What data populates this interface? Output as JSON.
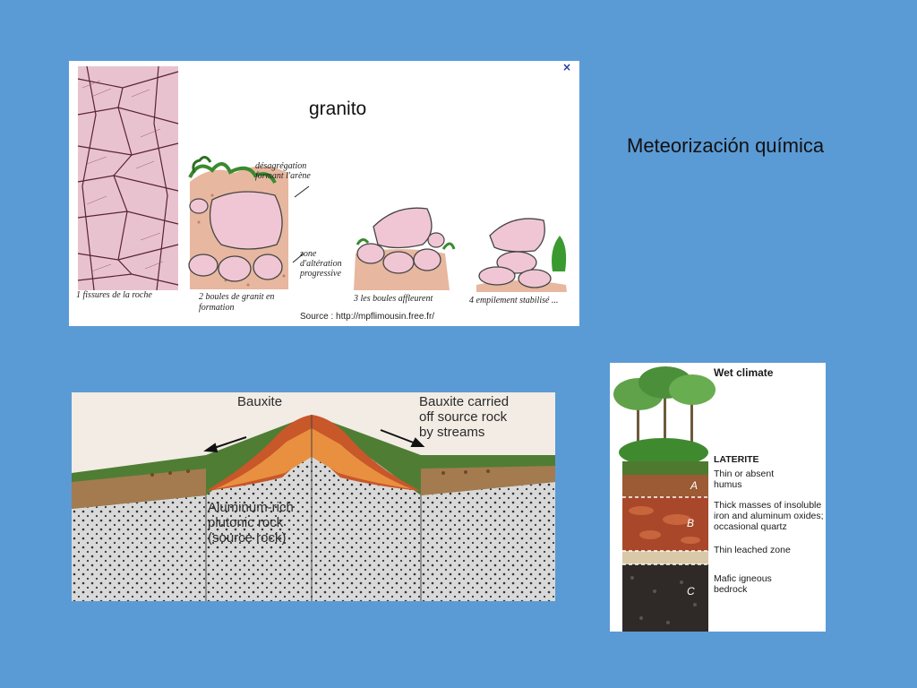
{
  "slide": {
    "title": "Meteorización química"
  },
  "granite_panel": {
    "title": "granito",
    "close_glyph": "×",
    "source": "Source : http://mpflimousin.free.fr/",
    "annotations": {
      "desagregation": "désagrégation formant l'arène",
      "zone": "zone d'altération progressive"
    },
    "stages": [
      {
        "num": "1",
        "label": "fissures de la roche"
      },
      {
        "num": "2",
        "label": "boules de granit en formation"
      },
      {
        "num": "3",
        "label": "les boules affleurent"
      },
      {
        "num": "4",
        "label": "empilement stabilisé ..."
      }
    ]
  },
  "bauxite_panel": {
    "label_bauxite": "Bauxite",
    "label_carried": [
      "Bauxite carried",
      "off source rock",
      "by streams"
    ],
    "label_rock": [
      "Aluminum-rich",
      "plutonic rock",
      "(source rock)"
    ]
  },
  "laterite_panel": {
    "heading": "Wet climate",
    "labels": {
      "laterite": "LATERITE",
      "humus": [
        "Thin or absent",
        "humus"
      ],
      "oxides": [
        "Thick masses of insoluble",
        "iron and aluminum oxides;",
        "occasional quartz"
      ],
      "leached": "Thin leached zone",
      "bedrock": [
        "Mafic igneous",
        "bedrock"
      ]
    },
    "horizons": [
      "A",
      "B",
      "C"
    ]
  }
}
